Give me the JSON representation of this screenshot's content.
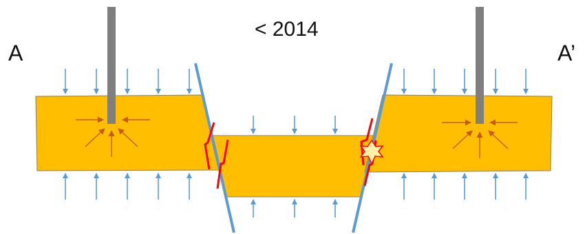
{
  "labels": {
    "title": "< 2014",
    "left_label": "A",
    "right_label": "A’"
  },
  "colors": {
    "block": "#ffbf00",
    "block_stroke": "#8a7d5b",
    "stress_arrow": "#5b9bd5",
    "well": "#7f7f7f",
    "local_arrow": "#c55a11",
    "fault_line": "#5b9bd5",
    "slip_marker": "#ff0000",
    "rupture_star": "#fff2a8"
  },
  "icons": {
    "rupture": "star-burst-icon",
    "well": "injection-well",
    "slip": "slip-sense-arrow"
  }
}
